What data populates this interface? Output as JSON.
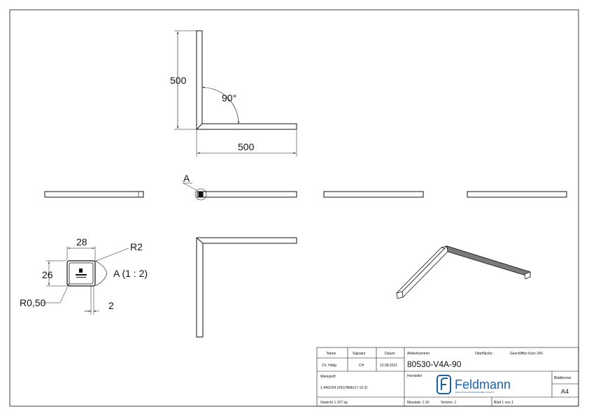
{
  "colors": {
    "line": "#111111",
    "accent": "#1d5fa6",
    "profile_fill": "#7a7a7a"
  },
  "front_view": {
    "dim_height": "500",
    "dim_width": "500",
    "angle": "90°"
  },
  "section_marker": {
    "label": "A"
  },
  "detail_view": {
    "title": "A (1 : 2)",
    "dim_width": "28",
    "dim_height": "26",
    "dim_radius_outer": "R2",
    "dim_radius_inner": "R0,50",
    "dim_thickness": "2"
  },
  "title_block": {
    "header_name": "Name",
    "header_signature": "Signatur",
    "header_date": "Datum",
    "name_value": "Ch. Häfig",
    "signature_value": "CH",
    "date_value": "12.08.2021",
    "article_label": "Artikelnummer",
    "article_number": "80530-V4A-90",
    "surface_label": "Oberfläche:",
    "surface_value": "Geschliffen Korn 240",
    "material_label": "Werkstoff:",
    "material_value": "1.4401/04 (X5CrNiMo17-12-2)",
    "manufacturer_label": "Hersteller",
    "brand_name": "Feldmann",
    "brand_tagline": "EDELSTAHL HANDELSGESELLSCHAFT",
    "format_label": "Blattformat",
    "format_value": "A4",
    "weight": "Gewicht 1.167 kg",
    "scale": "Masstab: 1:10",
    "version": "Version: 1",
    "sheet": "Blatt 1 von 1"
  }
}
